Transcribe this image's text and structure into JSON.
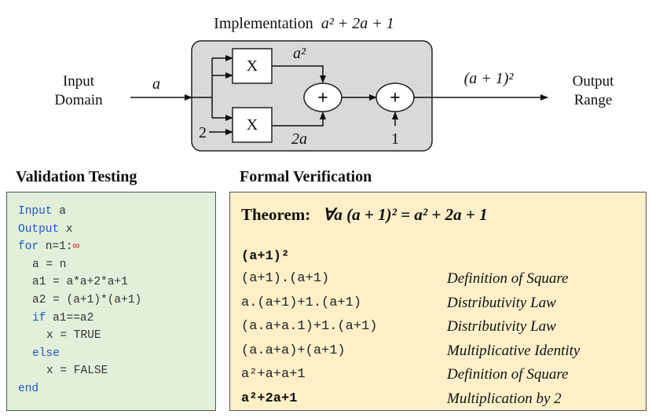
{
  "diagram": {
    "implementation_title": "Implementation",
    "implementation_formula": "a² + 2a + 1",
    "input_label_line1": "Input",
    "input_label_line2": "Domain",
    "output_label_line1": "Output",
    "output_label_line2": "Range",
    "input_var": "a",
    "multiplier_symbol": "X",
    "adder_symbol": "+",
    "a_squared_label": "a²",
    "two_a_label": "2a",
    "const_two": "2",
    "const_one": "1",
    "output_expr": "(a + 1)²"
  },
  "validation": {
    "title": "Validation Testing",
    "code": [
      {
        "indent": 0,
        "parts": [
          [
            "kw",
            "Input"
          ],
          [
            "tx",
            " a"
          ]
        ]
      },
      {
        "indent": 0,
        "parts": [
          [
            "kw",
            "Output"
          ],
          [
            "tx",
            " x"
          ]
        ]
      },
      {
        "indent": 0,
        "parts": [
          [
            "kw",
            "for"
          ],
          [
            "tx",
            " n=1:"
          ],
          [
            "inf",
            "∞"
          ]
        ]
      },
      {
        "indent": 1,
        "parts": [
          [
            "tx",
            "a = n"
          ]
        ]
      },
      {
        "indent": 1,
        "parts": [
          [
            "tx",
            "a1 = a*a+2*a+1"
          ]
        ]
      },
      {
        "indent": 1,
        "parts": [
          [
            "tx",
            "a2 = (a+1)*(a+1)"
          ]
        ]
      },
      {
        "indent": 1,
        "parts": [
          [
            "kw",
            "if"
          ],
          [
            "tx",
            " a1==a2"
          ]
        ]
      },
      {
        "indent": 2,
        "parts": [
          [
            "tx",
            "x = TRUE"
          ]
        ]
      },
      {
        "indent": 1,
        "parts": [
          [
            "kw",
            "else"
          ]
        ]
      },
      {
        "indent": 2,
        "parts": [
          [
            "tx",
            "x = FALSE"
          ]
        ]
      },
      {
        "indent": 0,
        "parts": [
          [
            "kw",
            "end"
          ]
        ]
      }
    ]
  },
  "formal": {
    "title": "Formal Verification",
    "theorem_label": "Theorem:",
    "theorem_statement": "∀a  (a + 1)² =  a² + 2a + 1",
    "start_expr": "(a+1)²",
    "steps": [
      {
        "expr": "(a+1).(a+1)",
        "reason": "Definition of Square"
      },
      {
        "expr": "a.(a+1)+1.(a+1)",
        "reason": "Distributivity Law"
      },
      {
        "expr": "(a.a+a.1)+1.(a+1)",
        "reason": "Distributivity Law"
      },
      {
        "expr": "(a.a+a)+(a+1)",
        "reason": "Multiplicative Identity"
      },
      {
        "expr": "a²+a+a+1",
        "reason": "Definition of Square"
      },
      {
        "expr": "a²+2a+1",
        "reason": "Multiplication by 2",
        "bold": true
      }
    ]
  }
}
